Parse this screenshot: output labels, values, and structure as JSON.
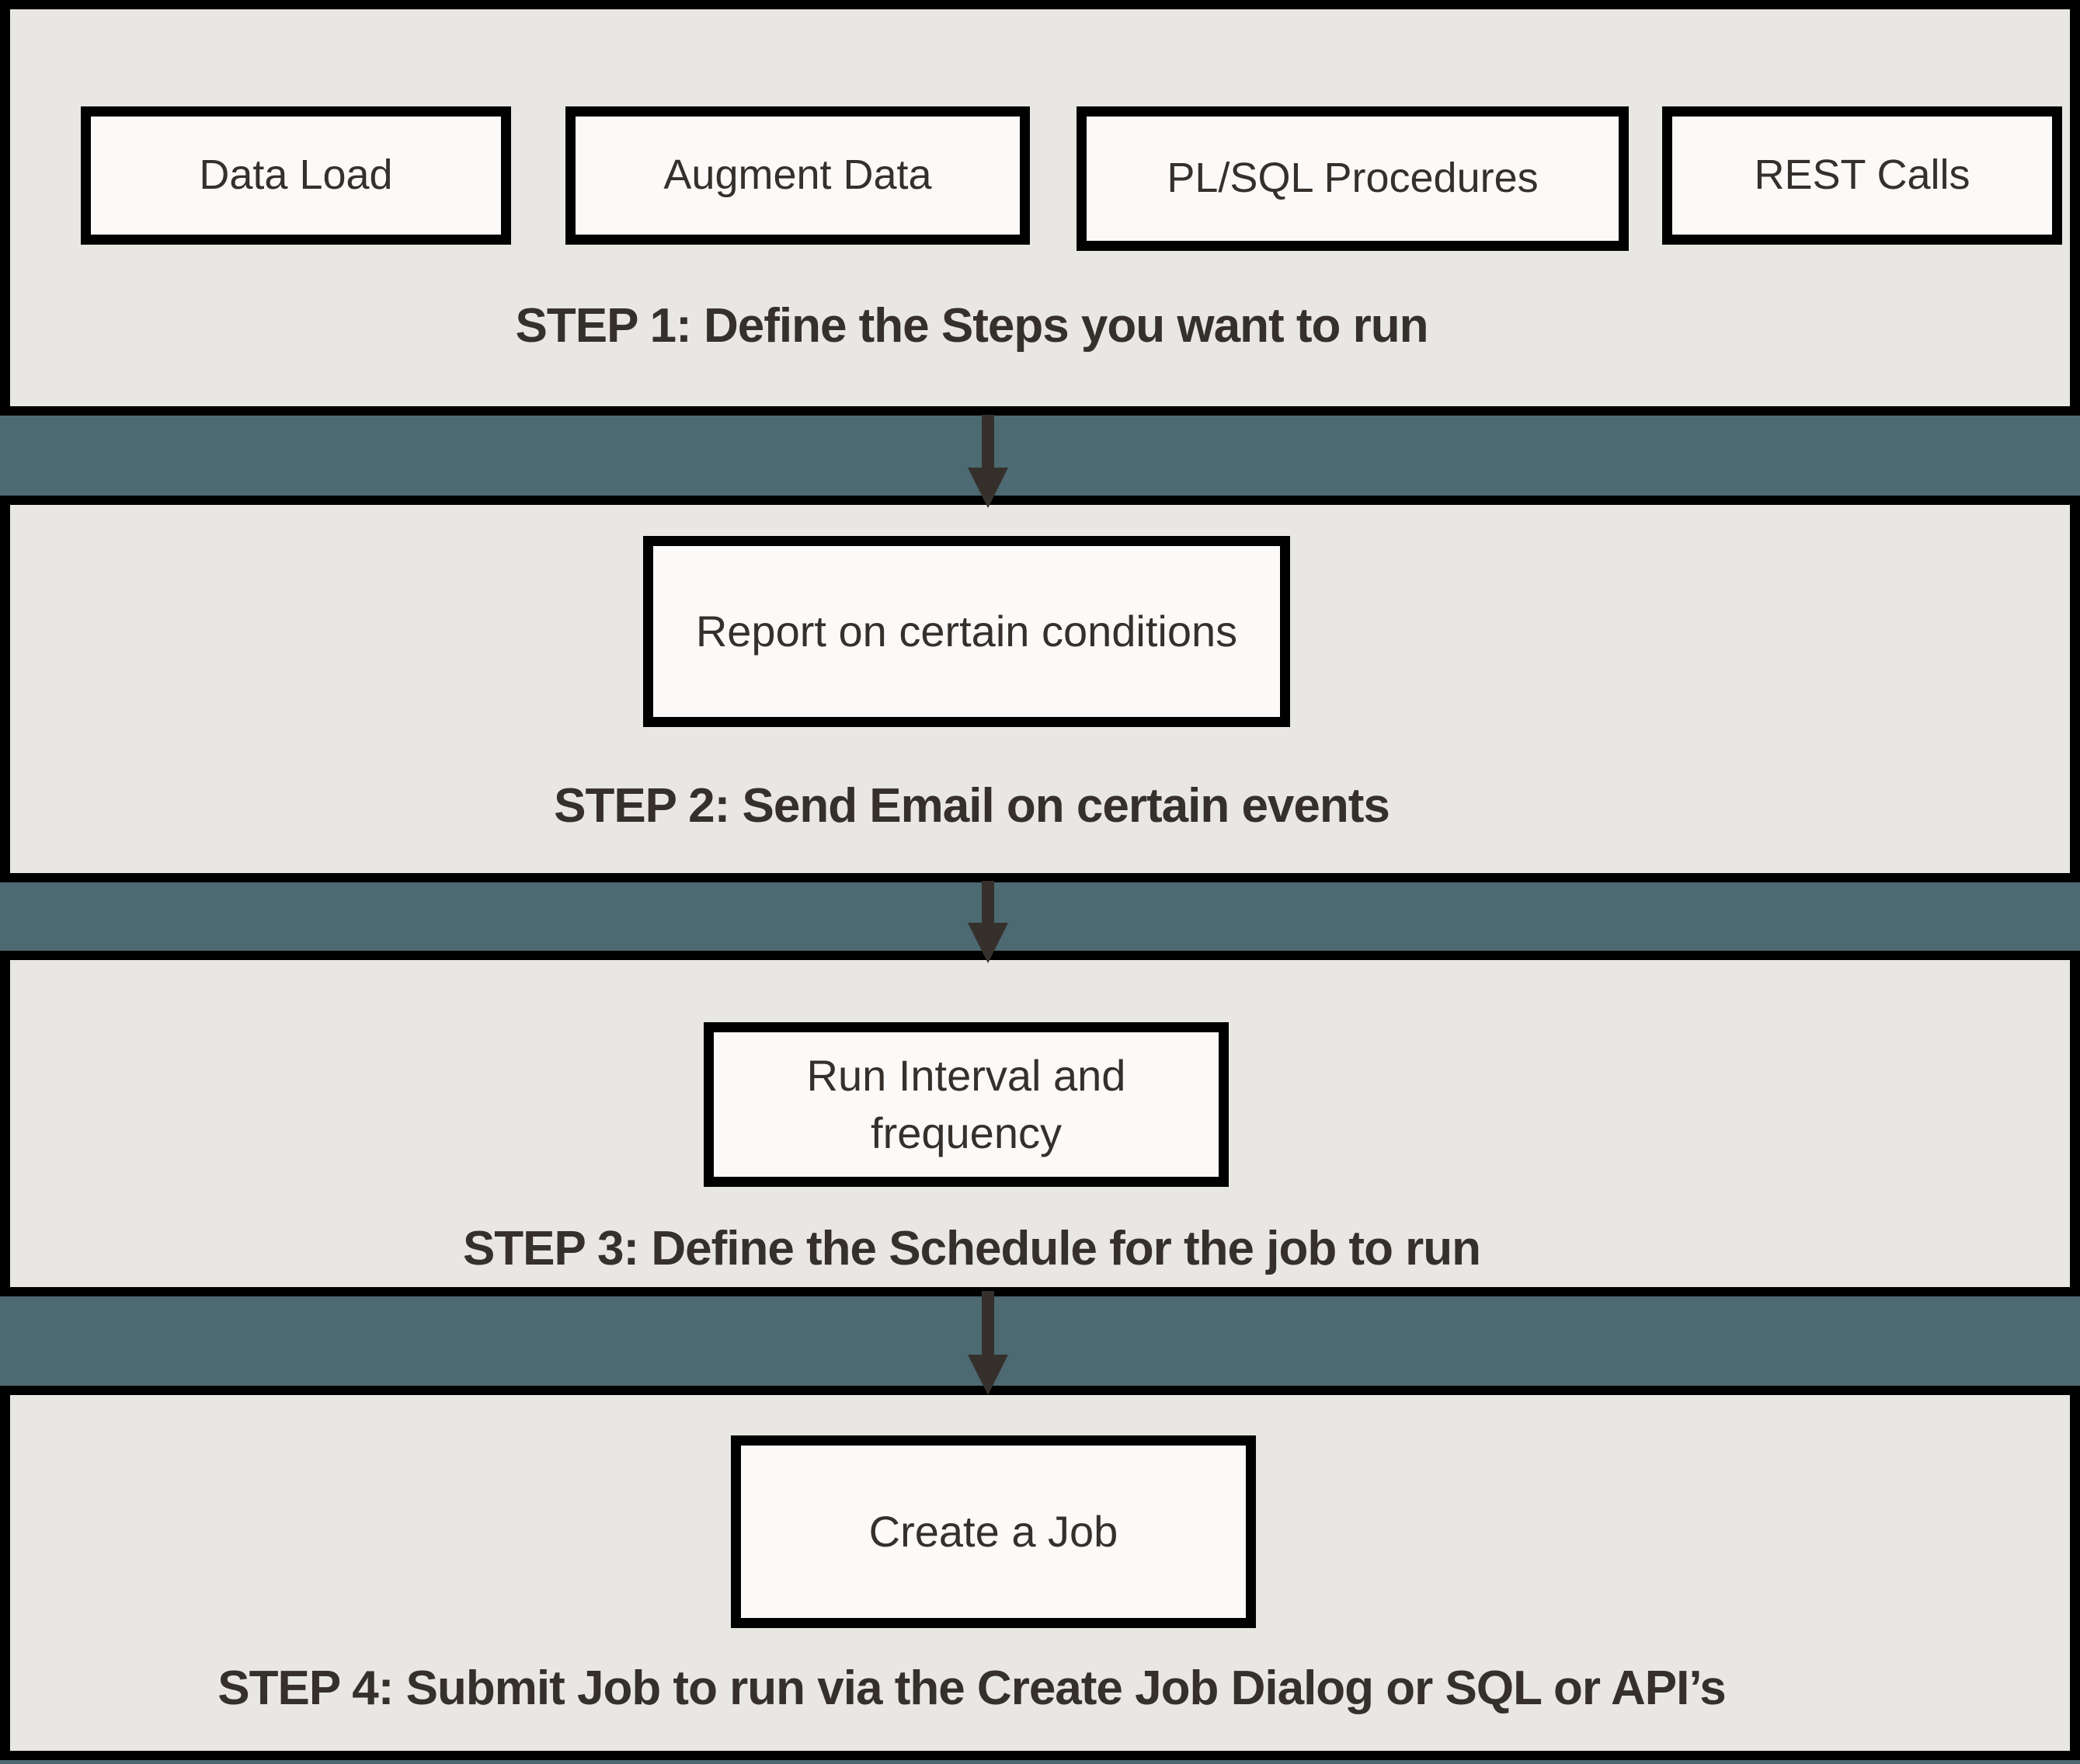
{
  "diagram": {
    "title": "Job scheduling steps flowchart",
    "colors": {
      "background_teal": "#4d6971",
      "band_gray": "#e9e7e4",
      "box_fill": "#fbfaf8",
      "border_black": "#000000",
      "text_charcoal": "#35302c",
      "arrow_charcoal": "#35302b"
    },
    "icons": {
      "arrow_down": "arrow-down"
    },
    "steps": [
      {
        "caption": "STEP 1: Define the Steps you want to run",
        "boxes": [
          "Data Load",
          "Augment Data",
          "PL/SQL Procedures",
          "REST Calls"
        ]
      },
      {
        "caption": "STEP 2: Send Email on certain events",
        "boxes": [
          "Report on certain conditions"
        ]
      },
      {
        "caption": "STEP 3: Define the Schedule for the job to run",
        "boxes": [
          "Run Interval and frequency"
        ]
      },
      {
        "caption": "STEP 4: Submit Job to run via the Create Job Dialog or  SQL or API’s",
        "boxes": [
          "Create a Job"
        ]
      }
    ]
  }
}
